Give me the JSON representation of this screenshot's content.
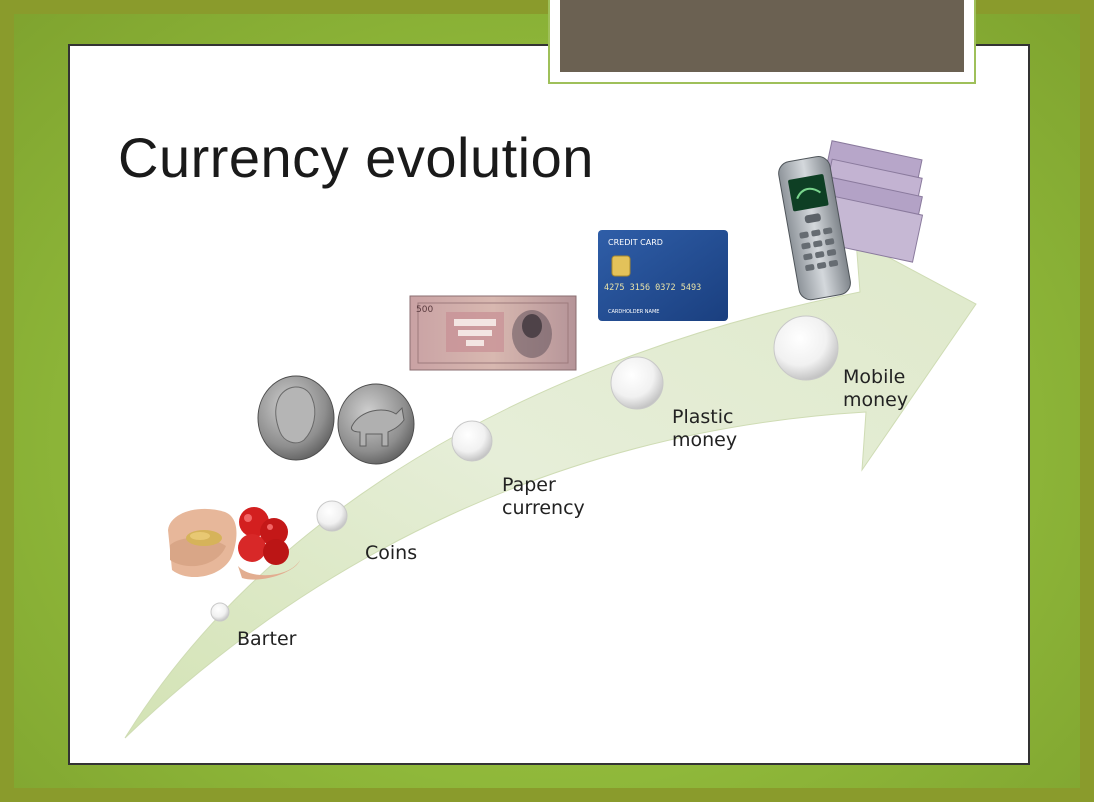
{
  "slide": {
    "title": "Currency evolution"
  },
  "stages": [
    {
      "label": "Barter",
      "image": "barter-hands-grain-fruit"
    },
    {
      "label": "Coins",
      "image": "ancient-coins"
    },
    {
      "label": "Paper\ncurrency",
      "image": "banknote"
    },
    {
      "label": "Plastic\nmoney",
      "image": "credit-card"
    },
    {
      "label": "Mobile\nmoney",
      "image": "mobile-phone-with-cash"
    }
  ],
  "credit_card": {
    "header": "CREDIT CARD",
    "number": "4275 3156 0372 5493",
    "holder": "CARDHOLDER NAME"
  },
  "banknote": {
    "denomination": "500"
  },
  "colors": {
    "background": "#94bc3e",
    "arrow": "#e4edd4",
    "title_tab": "#6b6152"
  }
}
